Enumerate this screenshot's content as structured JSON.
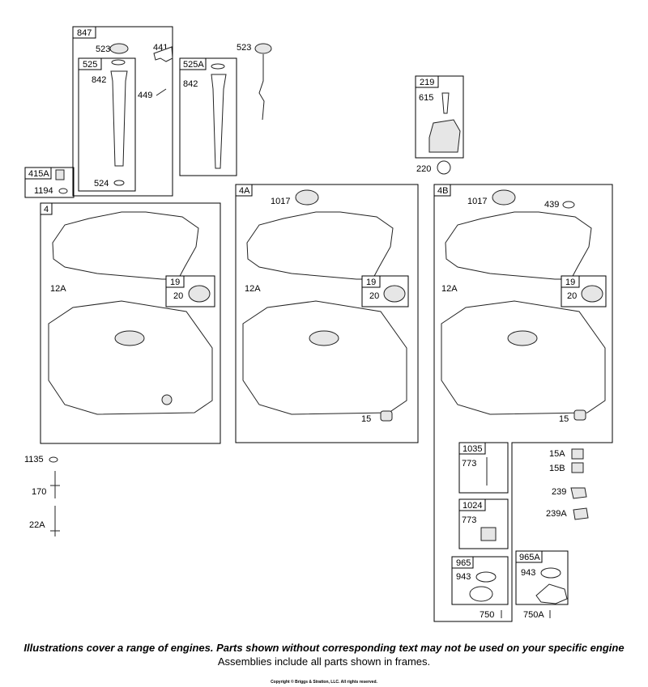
{
  "frames": {
    "f847": "847",
    "f525": "525",
    "f525a": "525A",
    "f219": "219",
    "f415a": "415A",
    "f4": "4",
    "f4a": "4A",
    "f4b": "4B",
    "f19_a": "19",
    "f19_b": "19",
    "f19_c": "19",
    "f1035": "1035",
    "f1024": "1024",
    "f965": "965",
    "f965a": "965A"
  },
  "labels": {
    "p523_a": "523",
    "p441": "441",
    "p842_a": "842",
    "p449": "449",
    "p524": "524",
    "p842_b": "842",
    "p523_b": "523",
    "p615": "615",
    "p220": "220",
    "p1194": "1194",
    "p12a_a": "12A",
    "p20_a": "20",
    "p1017_a": "1017",
    "p12a_b": "12A",
    "p20_b": "20",
    "p15_a": "15",
    "p1017_b": "1017",
    "p439": "439",
    "p12a_c": "12A",
    "p20_c": "20",
    "p15_b": "15",
    "p1135": "1135",
    "p170": "170",
    "p22a": "22A",
    "p15a": "15A",
    "p15b": "15B",
    "p239": "239",
    "p239a": "239A",
    "p773_a": "773",
    "p773_b": "773",
    "p943_a": "943",
    "p750": "750",
    "p943_b": "943",
    "p750a": "750A"
  },
  "footer": {
    "disclaimer": "Illustrations cover a range of engines. Parts shown without corresponding text may not be used on your specific engine",
    "assemblies": "Assemblies include all parts shown in frames.",
    "copyright": "Copyright © Briggs & Stratton, LLC. All rights reserved."
  }
}
